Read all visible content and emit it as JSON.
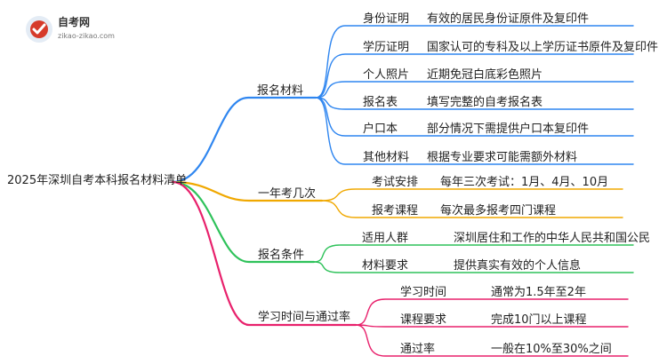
{
  "logo": {
    "title": "自考网",
    "url": "zikao-zikao.com"
  },
  "root": "2025年深圳自考本科报名材料清单",
  "branches": [
    {
      "label": "报名材料",
      "color": "#2f86f0",
      "items": [
        {
          "name": "身份证明",
          "desc": "有效的居民身份证原件及复印件"
        },
        {
          "name": "学历证明",
          "desc": "国家认可的专科及以上学历证书原件及复印件"
        },
        {
          "name": "个人照片",
          "desc": "近期免冠白底彩色照片"
        },
        {
          "name": "报名表",
          "desc": "填写完整的自考报名表"
        },
        {
          "name": "户口本",
          "desc": "部分情况下需提供户口本复印件"
        },
        {
          "name": "其他材料",
          "desc": "根据专业要求可能需额外材料"
        }
      ]
    },
    {
      "label": "一年考几次",
      "color": "#f0a800",
      "items": [
        {
          "name": "考试安排",
          "desc": "每年三次考试：1月、4月、10月"
        },
        {
          "name": "报考课程",
          "desc": "每次最多报考四门课程"
        }
      ]
    },
    {
      "label": "报名条件",
      "color": "#2ec25a",
      "items": [
        {
          "name": "适用人群",
          "desc": "深圳居住和工作的中华人民共和国公民"
        },
        {
          "name": "材料要求",
          "desc": "提供真实有效的个人信息"
        }
      ]
    },
    {
      "label": "学习时间与通过率",
      "color": "#e8216c",
      "items": [
        {
          "name": "学习时间",
          "desc": "通常为1.5年至2年"
        },
        {
          "name": "课程要求",
          "desc": "完成10门以上课程"
        },
        {
          "name": "通过率",
          "desc": "一般在10%至30%之间"
        }
      ]
    }
  ]
}
